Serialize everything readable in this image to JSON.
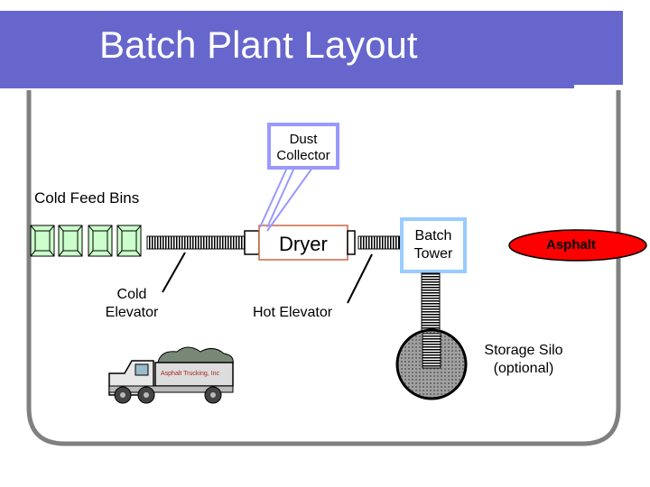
{
  "title": "Batch Plant Layout",
  "labels": {
    "dust_collector": [
      "Dust",
      "Collector"
    ],
    "cold_feed_bins": "Cold Feed Bins",
    "dryer": "Dryer",
    "batch_tower": [
      "Batch",
      "Tower"
    ],
    "asphalt": "Asphalt",
    "cold_elevator": [
      "Cold",
      "Elevator"
    ],
    "hot_elevator": "Hot Elevator",
    "storage_silo": [
      "Storage Silo",
      "(optional)"
    ],
    "truck_logo": "Asphalt Trucking, Inc"
  },
  "colors": {
    "title_bar": "#6666cc",
    "frame": "#808080",
    "bins": "#ccffcc",
    "asphalt": "#ff0000",
    "tower_border": "#99ccff",
    "collector_border": "#9999ff",
    "silo": "#999999"
  }
}
